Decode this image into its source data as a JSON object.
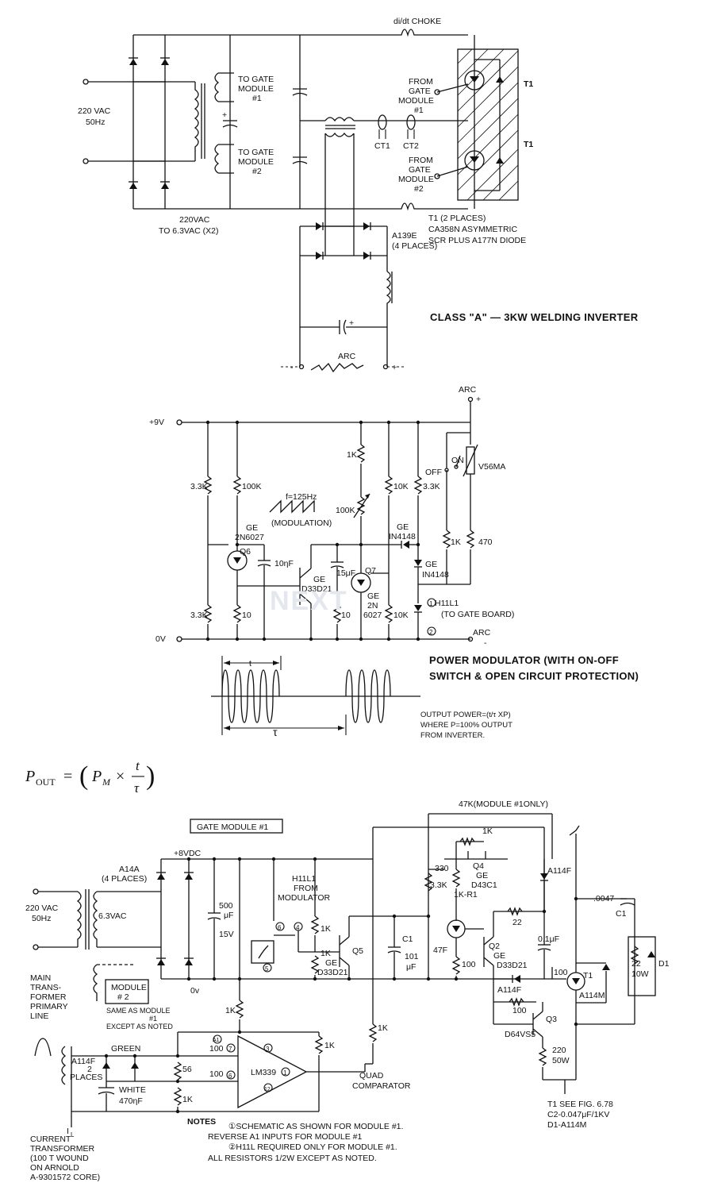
{
  "top_inverter": {
    "input_label": [
      "220 VAC",
      "50Hz"
    ],
    "choke_label": "di/dt CHOKE",
    "gate_mod1": [
      "TO GATE",
      "MODULE",
      "#1"
    ],
    "gate_mod2": [
      "TO GATE",
      "MODULE",
      "#2"
    ],
    "from_gate1": [
      "FROM",
      "GATE",
      "MODULE",
      "#1"
    ],
    "from_gate2": [
      "FROM",
      "GATE",
      "MODULE",
      "#2"
    ],
    "ct1": "CT1",
    "ct2": "CT2",
    "t1_upper": "T1",
    "t1_lower": "T1",
    "xfmr_note": [
      "220VAC",
      "TO 6.3VAC (X2)"
    ],
    "t1_note": [
      "T1 (2 PLACES)",
      "CA358N ASYMMETRIC",
      "SCR PLUS A177N DIODE"
    ],
    "diode_note": [
      "A139E",
      "(4 PLACES)"
    ],
    "arc_label": "ARC",
    "minus": "-",
    "plus": "+",
    "title": "CLASS \"A\" — 3KW WELDING INVERTER"
  },
  "modulator": {
    "v9": "+9V",
    "v0": "0V",
    "arc_plus": [
      "ARC",
      "+"
    ],
    "arc_minus": [
      "ARC",
      "-"
    ],
    "r33k_a": "3.3K",
    "r100k_a": "100K",
    "r1k_a": "1K",
    "r100k_pot": "100K",
    "r10k_a": "10K",
    "r33k_b": "3.3K",
    "r1k_b": "1K",
    "r470": "470",
    "r33k_c": "3.3K",
    "r10": "10",
    "r10_b": "10",
    "r10k_b": "10K",
    "freq": "f=125Hz",
    "modulation": "(MODULATION)",
    "q6": [
      "GE",
      "2N6027",
      "Q6"
    ],
    "c10nf": "10ηF",
    "q_d33": [
      "GE",
      "D33D21"
    ],
    "c15uf": "15μF",
    "q7": [
      "Q7",
      "GE",
      "2N",
      "6027"
    ],
    "d1": [
      "GE",
      "IN4148"
    ],
    "d2": [
      "GE",
      "IN4148"
    ],
    "switch_on": "ON",
    "switch_off": "OFF",
    "varistor": "V56MA",
    "opto": "H11L1",
    "opto_note": "(TO GATE BOARD)",
    "pin1": "1",
    "pin2": "2",
    "title": [
      "POWER MODULATOR (WITH ON-OFF",
      "SWITCH & OPEN CIRCUIT PROTECTION)"
    ],
    "t_label": "t",
    "tau_label": "τ",
    "power_note": [
      "OUTPUT POWER=(t/τ XP)",
      "WHERE P=100% OUTPUT",
      "FROM INVERTER."
    ]
  },
  "formula": {
    "lhs": "P",
    "lhs_sub": "OUT",
    "eq": "=",
    "pm": "P",
    "pm_sub": "M",
    "times": "×",
    "num": "t",
    "den": "τ"
  },
  "gate_module": {
    "title": "GATE MODULE #1",
    "input": [
      "220 VAC",
      "50Hz"
    ],
    "vac63": "6.3VAC",
    "a14a": [
      "A14A",
      "(4 PLACES)"
    ],
    "vdc": "+8VDC",
    "cap500": [
      "500",
      "μF",
      "15V"
    ],
    "ov": "0v",
    "h11l1": [
      "H11L1",
      "FROM",
      "MODULATOR"
    ],
    "pin6": "6",
    "pin4": "4",
    "pin5": "5",
    "r1k_a": "1K",
    "r1k_b": "1K",
    "q5": [
      "Q5",
      "GE",
      "D33D21"
    ],
    "c1": [
      "C1",
      "101",
      "μF"
    ],
    "r47f": "47F",
    "r330": "330",
    "r33k": "3.3K",
    "r1kr1": "1K-R1",
    "r1k_top": "1K",
    "q4": [
      "Q4",
      "GE",
      "D43C1"
    ],
    "r47k": "47K(MODULE #1ONLY)",
    "a114f_top": "A114F",
    "r22": "22",
    "c01": "0.1μF",
    "q2": [
      "Q2",
      "GE",
      "D33D21"
    ],
    "r100": "100",
    "a114f_mid": "A114F",
    "r100_b": "100",
    "r100_c": "100",
    "t1": [
      "T1",
      "A114M"
    ],
    "q3": [
      "Q3",
      "D64VS5"
    ],
    "r220": [
      "220",
      "50W"
    ],
    "c0047": ".0047",
    "c1b": "C1",
    "r22w": [
      "22",
      "10W"
    ],
    "d1": "D1",
    "main_xfmr": [
      "MAIN",
      "TRANS-",
      "FORMER",
      "PRIMARY",
      "LINE"
    ],
    "module2": [
      "MODULE",
      "# 2"
    ],
    "same_as": [
      "SAME AS MODULE",
      "#1",
      "EXCEPT AS NOTED"
    ],
    "r1k_c": "1K",
    "a1": "A1",
    "r100_7": "100",
    "pin7": "7",
    "pin3": "3",
    "pin1": "1",
    "pin12": "12",
    "pin6b": "6",
    "r100_6": "100",
    "lm339": "LM339",
    "r1k_d": "1K",
    "r1k_e": "1K",
    "quad": [
      "QUAD",
      "COMPARATOR"
    ],
    "green": "GREEN",
    "white": "WHITE",
    "a114f_ct": [
      "A114F",
      "2",
      "PLACES"
    ],
    "r56": "56",
    "c470": "470ηF",
    "il": "I",
    "il_sub": "L",
    "ct_note": [
      "CURRENT",
      "TRANSFORMER",
      "(100 T WOUND",
      "ON ARNOLD",
      "A-9301572 CORE)"
    ],
    "notes_head": "NOTES",
    "notes": [
      "①SCHEMATIC AS SHOWN FOR MODULE #1.",
      "REVERSE A1 INPUTS FOR MODULE #1",
      "②H11L REQUIRED ONLY FOR MODULE #1.",
      "ALL RESISTORS 1/2W EXCEPT AS NOTED."
    ],
    "t1_note": [
      "T1 SEE FIG. 6.78",
      "C2-0.047μF/1KV",
      "D1-A114M"
    ]
  },
  "watermark": "NEXT"
}
